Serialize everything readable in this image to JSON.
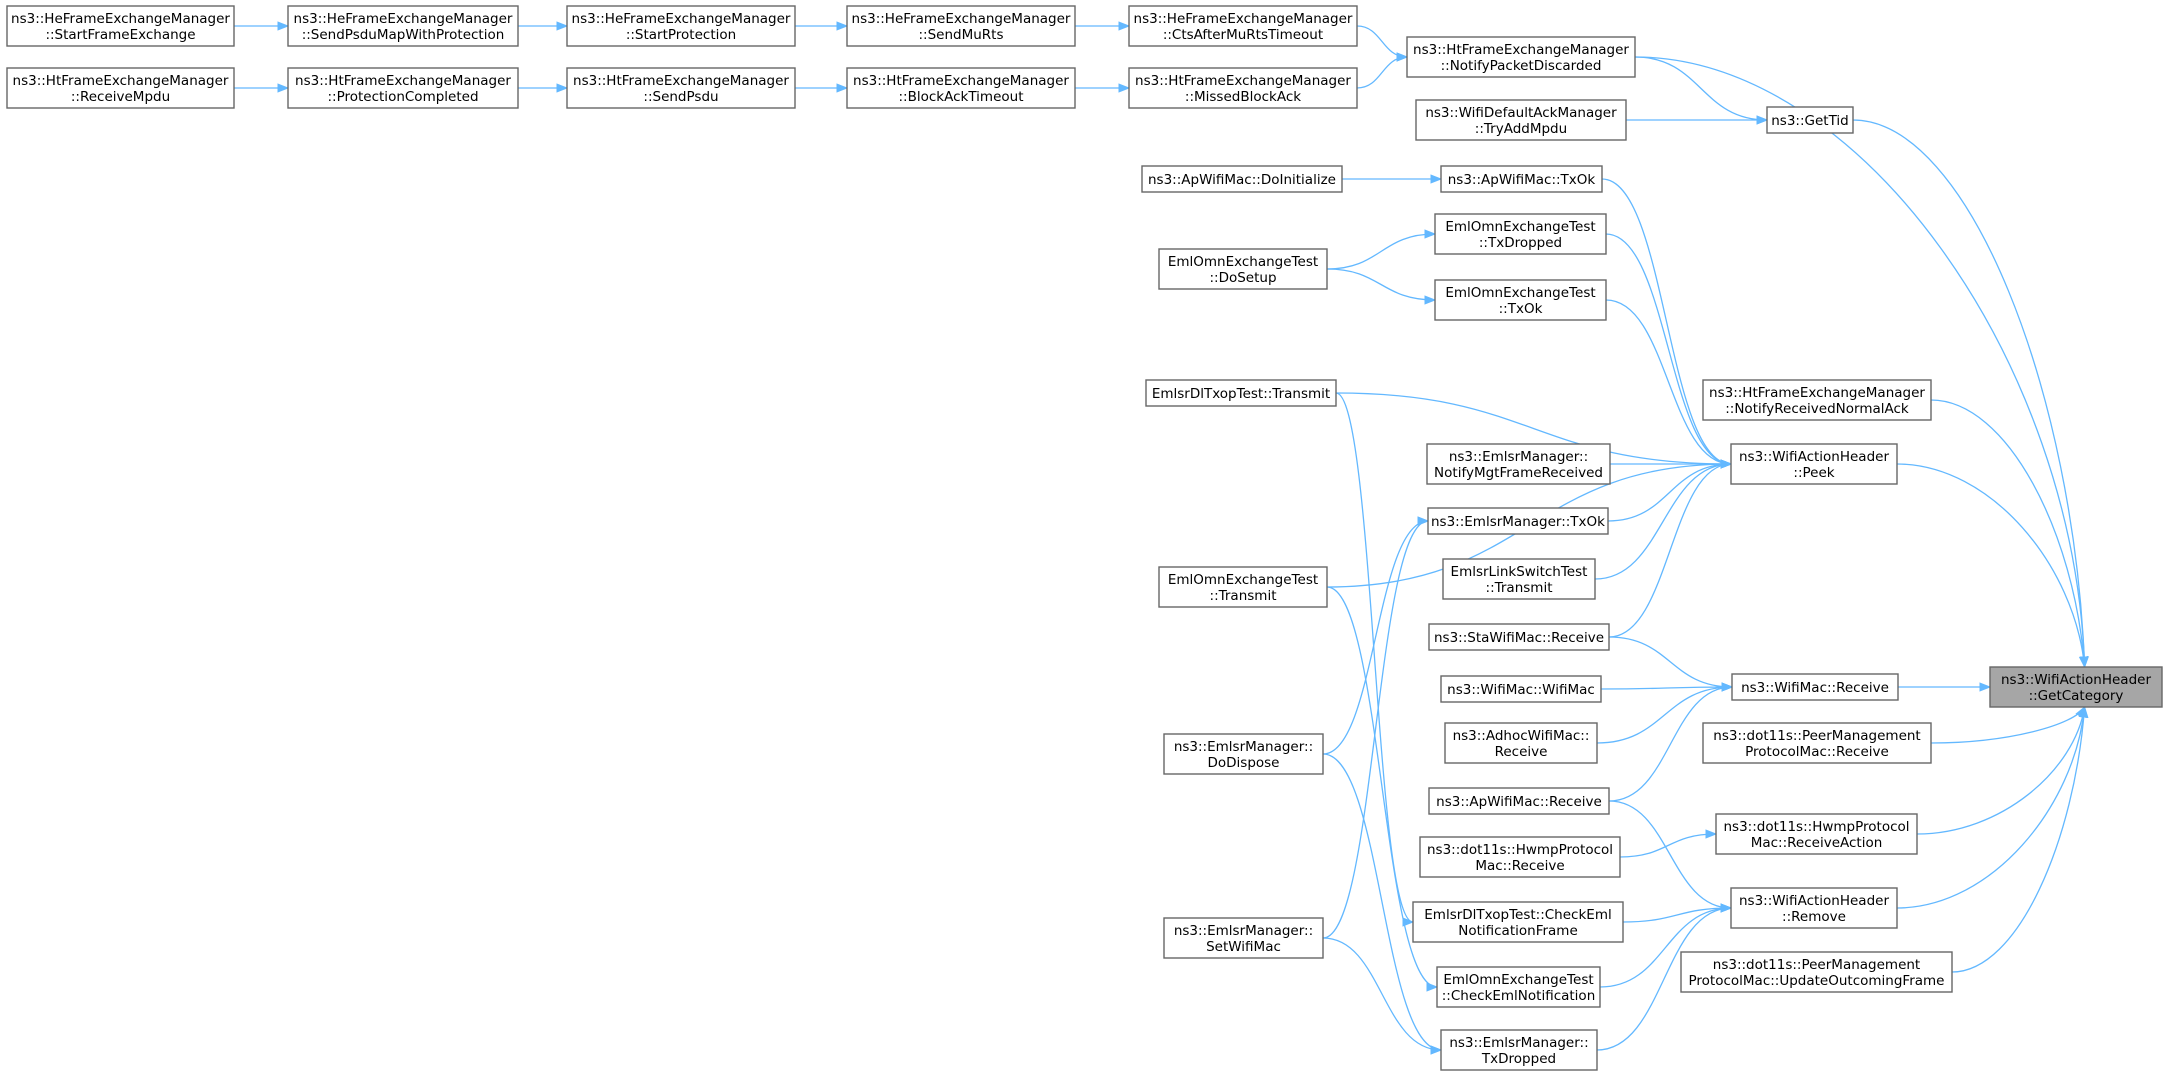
{
  "colors": {
    "edge": "#63b8ff",
    "node_border": "#666666",
    "root_fill": "#a6a6a6",
    "node_fill": "#ffffff"
  },
  "nodes": [
    {
      "id": "root",
      "lines": [
        "ns3::WifiActionHeader",
        "::GetCategory"
      ]
    },
    {
      "id": "he_startframe",
      "lines": [
        "ns3::HeFrameExchangeManager",
        "::StartFrameExchange"
      ]
    },
    {
      "id": "he_sendpsdumap",
      "lines": [
        "ns3::HeFrameExchangeManager",
        "::SendPsduMapWithProtection"
      ]
    },
    {
      "id": "he_startprot",
      "lines": [
        "ns3::HeFrameExchangeManager",
        "::StartProtection"
      ]
    },
    {
      "id": "he_sendmurts",
      "lines": [
        "ns3::HeFrameExchangeManager",
        "::SendMuRts"
      ]
    },
    {
      "id": "he_ctsafter",
      "lines": [
        "ns3::HeFrameExchangeManager",
        "::CtsAfterMuRtsTimeout"
      ]
    },
    {
      "id": "ht_notifypkt",
      "lines": [
        "ns3::HtFrameExchangeManager",
        "::NotifyPacketDiscarded"
      ]
    },
    {
      "id": "ht_receivempdu",
      "lines": [
        "ns3::HtFrameExchangeManager",
        "::ReceiveMpdu"
      ]
    },
    {
      "id": "ht_protcompleted",
      "lines": [
        "ns3::HtFrameExchangeManager",
        "::ProtectionCompleted"
      ]
    },
    {
      "id": "ht_sendpsdu",
      "lines": [
        "ns3::HtFrameExchangeManager",
        "::SendPsdu"
      ]
    },
    {
      "id": "ht_blockack",
      "lines": [
        "ns3::HtFrameExchangeManager",
        "::BlockAckTimeout"
      ]
    },
    {
      "id": "ht_missedba",
      "lines": [
        "ns3::HtFrameExchangeManager",
        "::MissedBlockAck"
      ]
    },
    {
      "id": "default_ack",
      "lines": [
        "ns3::WifiDefaultAckManager",
        "::TryAddMpdu"
      ]
    },
    {
      "id": "gettid",
      "lines": [
        "ns3::GetTid"
      ]
    },
    {
      "id": "ap_doinit",
      "lines": [
        "ns3::ApWifiMac::DoInitialize"
      ]
    },
    {
      "id": "ap_txok",
      "lines": [
        "ns3::ApWifiMac::TxOk"
      ]
    },
    {
      "id": "eml_txdropped",
      "lines": [
        "EmlOmnExchangeTest",
        "::TxDropped"
      ]
    },
    {
      "id": "eml_dosetup",
      "lines": [
        "EmlOmnExchangeTest",
        "::DoSetup"
      ]
    },
    {
      "id": "eml_txok",
      "lines": [
        "EmlOmnExchangeTest",
        "::TxOk"
      ]
    },
    {
      "id": "dltxop_transmit",
      "lines": [
        "EmlsrDlTxopTest::Transmit"
      ]
    },
    {
      "id": "ht_notifyrecvack",
      "lines": [
        "ns3::HtFrameExchangeManager",
        "::NotifyReceivedNormalAck"
      ]
    },
    {
      "id": "emlsr_notifymgt",
      "lines": [
        "ns3::EmlsrManager::",
        "NotifyMgtFrameReceived"
      ]
    },
    {
      "id": "peek",
      "lines": [
        "ns3::WifiActionHeader",
        "::Peek"
      ]
    },
    {
      "id": "emlsr_txok",
      "lines": [
        "ns3::EmlsrManager::TxOk"
      ]
    },
    {
      "id": "eml_transmit",
      "lines": [
        "EmlOmnExchangeTest",
        "::Transmit"
      ]
    },
    {
      "id": "linkswitch_transmit",
      "lines": [
        "EmlsrLinkSwitchTest",
        "::Transmit"
      ]
    },
    {
      "id": "sta_receive",
      "lines": [
        "ns3::StaWifiMac::Receive"
      ]
    },
    {
      "id": "wifimac_wifimac",
      "lines": [
        "ns3::WifiMac::WifiMac"
      ]
    },
    {
      "id": "wifimac_receive",
      "lines": [
        "ns3::WifiMac::Receive"
      ]
    },
    {
      "id": "adhoc_receive",
      "lines": [
        "ns3::AdhocWifiMac::",
        "Receive"
      ]
    },
    {
      "id": "peer_receive",
      "lines": [
        "ns3::dot11s::PeerManagement",
        "ProtocolMac::Receive"
      ]
    },
    {
      "id": "emlsr_dodispose",
      "lines": [
        "ns3::EmlsrManager::",
        "DoDispose"
      ]
    },
    {
      "id": "ap_receive",
      "lines": [
        "ns3::ApWifiMac::Receive"
      ]
    },
    {
      "id": "hwmp_receiveaction",
      "lines": [
        "ns3::dot11s::HwmpProtocol",
        "Mac::ReceiveAction"
      ]
    },
    {
      "id": "hwmp_receive",
      "lines": [
        "ns3::dot11s::HwmpProtocol",
        "Mac::Receive"
      ]
    },
    {
      "id": "dltxop_checkeml",
      "lines": [
        "EmlsrDlTxopTest::CheckEml",
        "NotificationFrame"
      ]
    },
    {
      "id": "remove",
      "lines": [
        "ns3::WifiActionHeader",
        "::Remove"
      ]
    },
    {
      "id": "emlsr_setwifimac",
      "lines": [
        "ns3::EmlsrManager::",
        "SetWifiMac"
      ]
    },
    {
      "id": "peer_updateout",
      "lines": [
        "ns3::dot11s::PeerManagement",
        "ProtocolMac::UpdateOutcomingFrame"
      ]
    },
    {
      "id": "eml_checkeml",
      "lines": [
        "EmlOmnExchangeTest",
        "::CheckEmlNotification"
      ]
    },
    {
      "id": "emlsr_txdropped",
      "lines": [
        "ns3::EmlsrManager::",
        "TxDropped"
      ]
    }
  ],
  "edges": [
    [
      "he_startframe",
      "he_sendpsdumap"
    ],
    [
      "he_sendpsdumap",
      "he_startprot"
    ],
    [
      "he_startprot",
      "he_sendmurts"
    ],
    [
      "he_sendmurts",
      "he_ctsafter"
    ],
    [
      "he_ctsafter",
      "ht_notifypkt"
    ],
    [
      "ht_notifypkt",
      "gettid"
    ],
    [
      "ht_notifypkt",
      "root"
    ],
    [
      "ht_receivempdu",
      "ht_protcompleted"
    ],
    [
      "ht_protcompleted",
      "ht_sendpsdu"
    ],
    [
      "ht_sendpsdu",
      "ht_blockack"
    ],
    [
      "ht_blockack",
      "ht_missedba"
    ],
    [
      "ht_missedba",
      "ht_notifypkt"
    ],
    [
      "default_ack",
      "gettid"
    ],
    [
      "gettid",
      "root"
    ],
    [
      "ap_doinit",
      "ap_txok"
    ],
    [
      "ap_txok",
      "peek"
    ],
    [
      "eml_dosetup",
      "eml_txdropped"
    ],
    [
      "eml_dosetup",
      "eml_txok"
    ],
    [
      "eml_txdropped",
      "peek"
    ],
    [
      "eml_txok",
      "peek"
    ],
    [
      "dltxop_transmit",
      "peek"
    ],
    [
      "eml_transmit",
      "peek"
    ],
    [
      "emlsr_notifymgt",
      "peek"
    ],
    [
      "emlsr_txok",
      "peek"
    ],
    [
      "linkswitch_transmit",
      "peek"
    ],
    [
      "sta_receive",
      "peek"
    ],
    [
      "ht_notifyrecvack",
      "root"
    ],
    [
      "peek",
      "root"
    ],
    [
      "sta_receive",
      "wifimac_receive"
    ],
    [
      "wifimac_wifimac",
      "wifimac_receive"
    ],
    [
      "adhoc_receive",
      "wifimac_receive"
    ],
    [
      "ap_receive",
      "wifimac_receive"
    ],
    [
      "wifimac_receive",
      "root"
    ],
    [
      "peer_receive",
      "root"
    ],
    [
      "hwmp_receive",
      "hwmp_receiveaction"
    ],
    [
      "hwmp_receiveaction",
      "root"
    ],
    [
      "ap_receive",
      "remove"
    ],
    [
      "dltxop_checkeml",
      "remove"
    ],
    [
      "eml_checkeml",
      "remove"
    ],
    [
      "emlsr_txdropped",
      "remove"
    ],
    [
      "remove",
      "root"
    ],
    [
      "peer_updateout",
      "root"
    ],
    [
      "emlsr_dodispose",
      "emlsr_txok"
    ],
    [
      "emlsr_setwifimac",
      "emlsr_txok"
    ],
    [
      "emlsr_dodispose",
      "emlsr_txdropped"
    ],
    [
      "emlsr_setwifimac",
      "emlsr_txdropped"
    ],
    [
      "dltxop_transmit",
      "dltxop_checkeml"
    ],
    [
      "eml_transmit",
      "eml_checkeml"
    ]
  ]
}
